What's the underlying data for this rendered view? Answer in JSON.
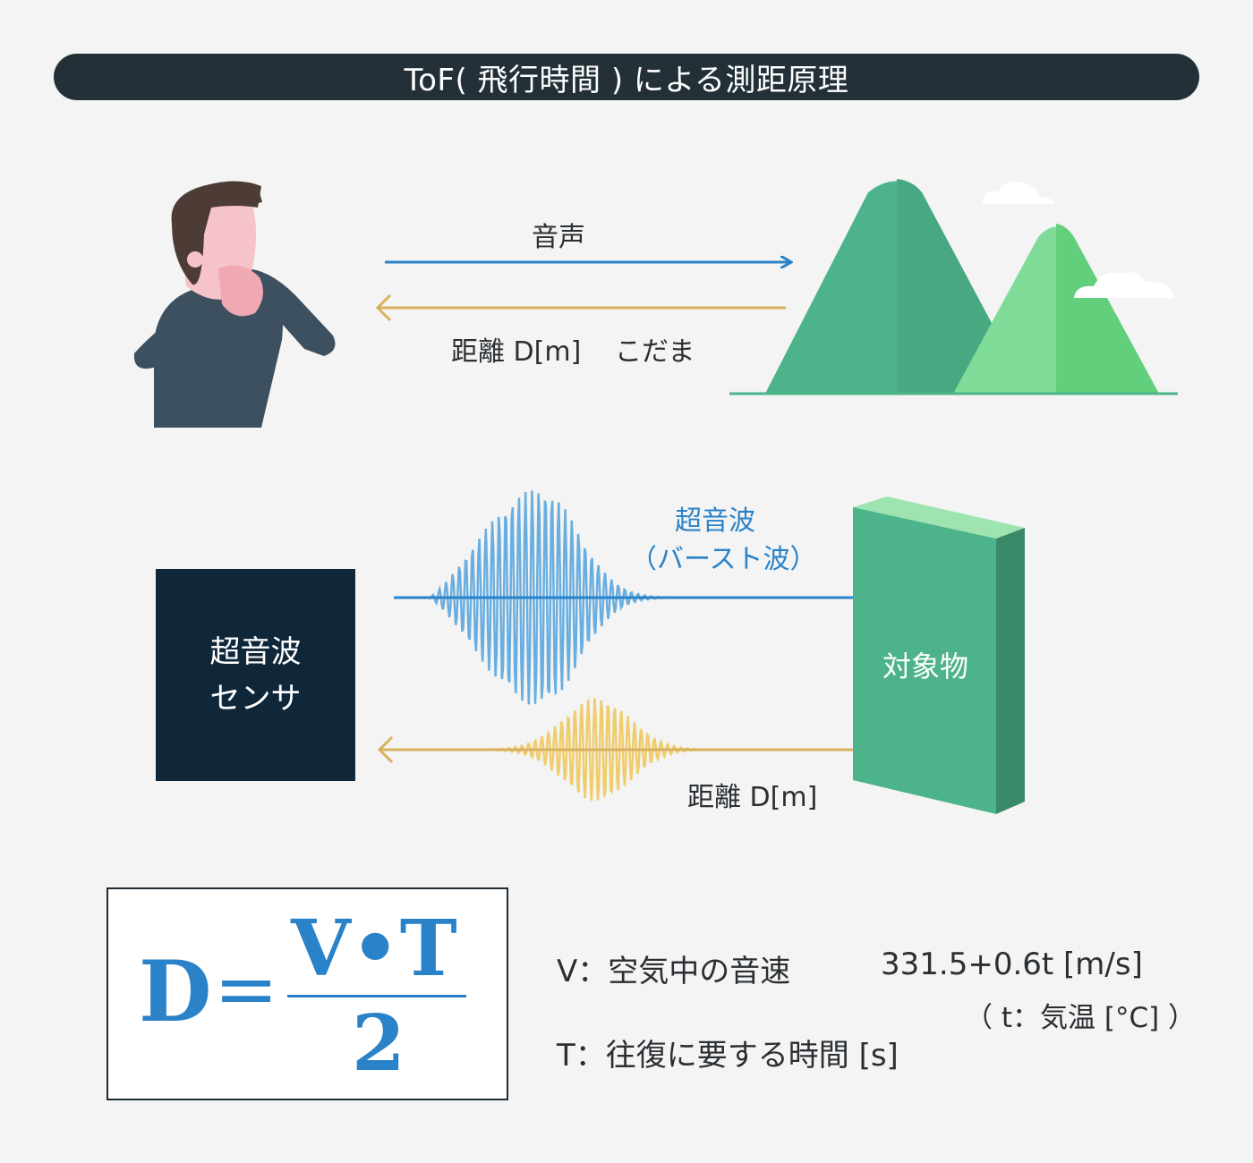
{
  "title": "ToF( 飛行時間 ) による測距原理",
  "top_scene": {
    "sound_label": "音声",
    "distance_label": "距離 D[m]",
    "echo_label": "こだま"
  },
  "bottom_scene": {
    "sensor_label_line1": "超音波",
    "sensor_label_line2": "センサ",
    "wave_label_line1": "超音波",
    "wave_label_line2": "（バースト波）",
    "target_label": "対象物",
    "distance_label": "距離 D[m]"
  },
  "formula": {
    "lhs": "D",
    "equals": "=",
    "numerator": "V•T",
    "denominator": "2"
  },
  "legend": {
    "v_line": "V：空気中の音速",
    "v_value": "331.5+0.6t [m/s]",
    "t_note": "（ t：気温 [°C] ）",
    "t_line": "T：往復に要する時間 [s]"
  },
  "colors": {
    "title_bg": "#233038",
    "outgoing_arrow": "#2a82c9",
    "return_arrow": "#d9b15e",
    "burst_wave": "#6aaee0",
    "echo_wave": "#f0cc6c",
    "sensor": "#10273a",
    "target_front": "#4db38a",
    "mountain_dark": "#4db38a",
    "mountain_light": "#7edc98"
  }
}
